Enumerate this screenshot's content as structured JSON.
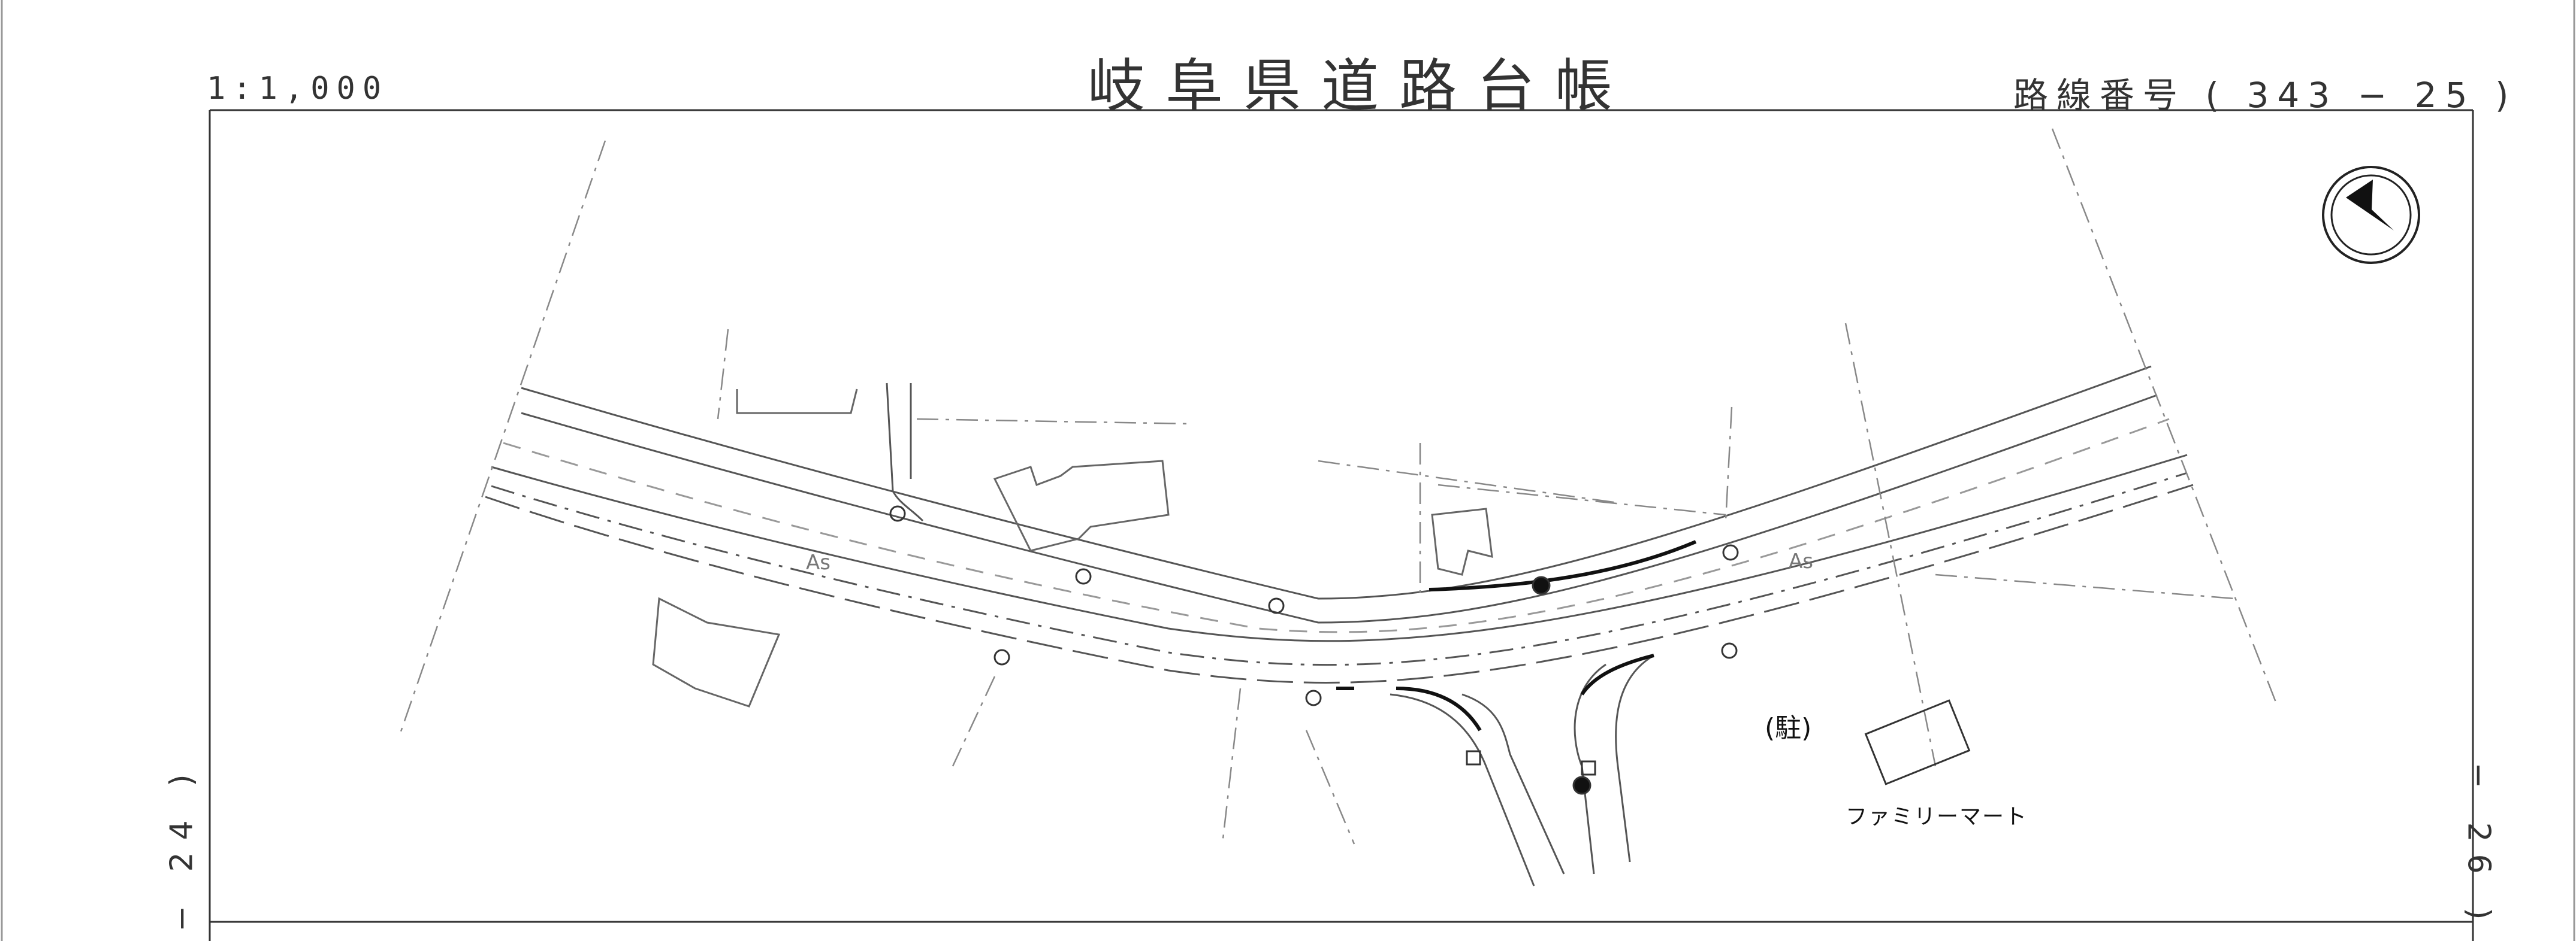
{
  "sheet": {
    "scale": "1:1,000",
    "title": "岐阜県道路台帳",
    "route_label": "路線番号 ( 343 − 25 )",
    "left_sheet_ref": "− 24 )",
    "right_sheet_ref": "− 26 )"
  },
  "map": {
    "parking_label": "(駐)",
    "store_label": "ファミリーマート",
    "surface_labels": [
      "As",
      "As"
    ],
    "north_arrow": "north-arrow-icon"
  },
  "colors": {
    "line": "#555555",
    "ink": "#111111",
    "frame": "#333333"
  }
}
